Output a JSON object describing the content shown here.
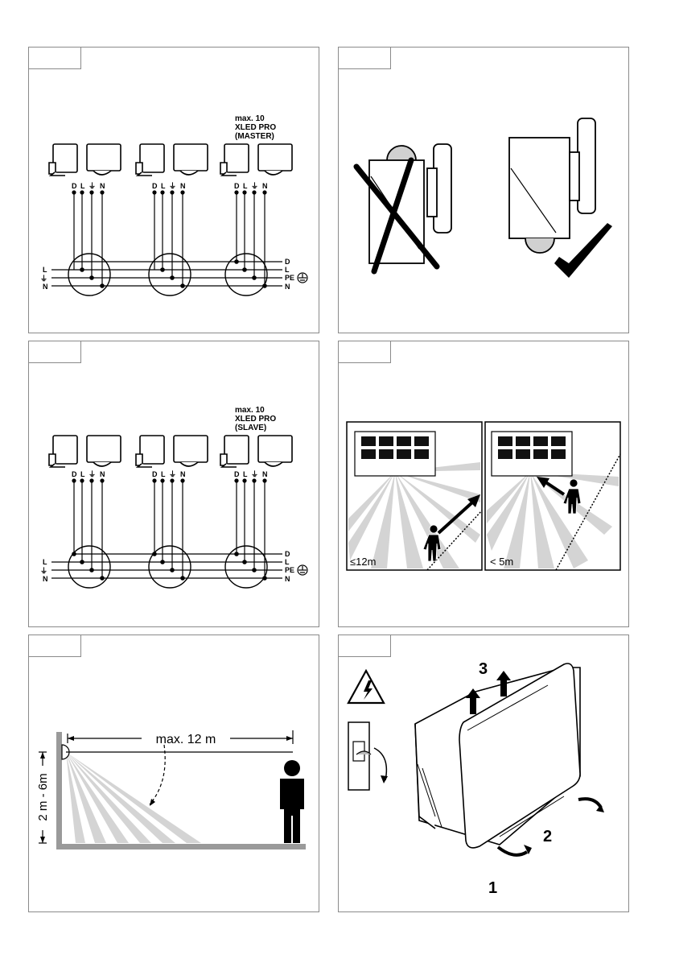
{
  "wiring_master": {
    "note_lines": [
      "max. 10",
      "XLED PRO",
      "(MASTER)"
    ],
    "terminal_labels": [
      "D",
      "L",
      "⏚",
      "N"
    ],
    "left_bus": [
      "L",
      "⏚",
      "N"
    ],
    "right_bus": [
      "D",
      "L",
      "PE",
      "N"
    ]
  },
  "wiring_slave": {
    "note_lines": [
      "max. 10",
      "XLED PRO",
      "(SLAVE)"
    ],
    "terminal_labels": [
      "D",
      "L",
      "⏚",
      "N"
    ],
    "left_bus": [
      "L",
      "⏚",
      "N"
    ],
    "right_bus": [
      "D",
      "L",
      "PE",
      "N"
    ]
  },
  "detection": {
    "left_label": "≤12m",
    "right_label": "< 5m"
  },
  "range": {
    "distance_label": "max. 12 m",
    "height_label": "2 m - 6m"
  },
  "install": {
    "steps": [
      "3",
      "2",
      "1"
    ]
  }
}
